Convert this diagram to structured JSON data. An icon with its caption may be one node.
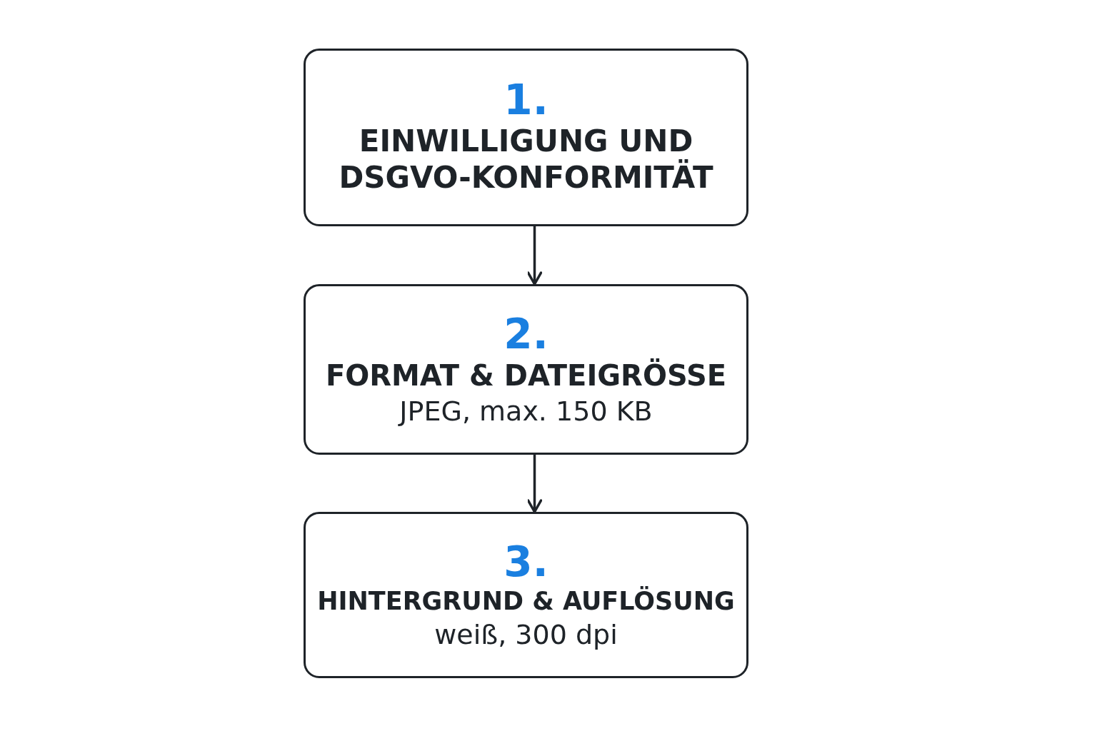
{
  "diagram": {
    "nodes": [
      {
        "text": [
          "1.",
          "EINWILLIGUNG UND DSGVO-KONFORMITÄT"
        ]
      },
      {
        "text": [
          "2.",
          "FORMAT & DATEIGRÖSSE",
          "JPEG, max. 150 KB"
        ]
      },
      {
        "text": [
          "3.",
          "HINTERGRUND & AUFLÖSUNG",
          "weiß, 300 dpi"
        ]
      }
    ],
    "edges": [
      {
        "from": 0,
        "to": 1,
        "arrow": "to"
      },
      {
        "from": 1,
        "to": 2,
        "arrow": "to"
      }
    ]
  }
}
